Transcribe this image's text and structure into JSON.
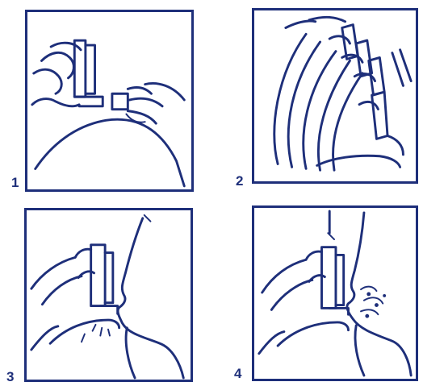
{
  "steps": [
    {
      "number": "1",
      "illustration": "remove-cap"
    },
    {
      "number": "2",
      "illustration": "shake-inhaler"
    },
    {
      "number": "3",
      "illustration": "place-mouthpiece"
    },
    {
      "number": "4",
      "illustration": "press-and-inhale"
    }
  ],
  "colors": {
    "ink": "#1e2f7a",
    "background": "#ffffff"
  }
}
